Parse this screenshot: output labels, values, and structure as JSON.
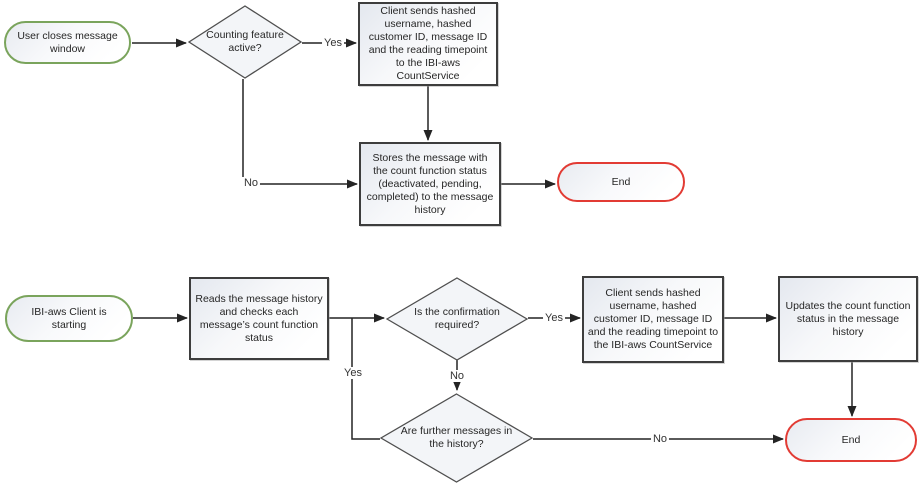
{
  "diagram": {
    "background": "#ffffff",
    "colors": {
      "process_border": "#3d3d3d",
      "decision_border": "#4f4f4f",
      "start_border": "#7aa45c",
      "end_border": "#e23b34",
      "connector": "#242424",
      "text": "#262626"
    },
    "top_flow": {
      "start": "User closes message window",
      "decision_counting": "Counting feature active?",
      "process_send": "Client sends hashed username, hashed customer ID, message ID and the reading timepoint to the IBI-aws CountService",
      "process_store": "Stores the message with the count function status (deactivated, pending, completed) to the message history",
      "end": "End",
      "label_yes": "Yes",
      "label_no": "No"
    },
    "bottom_flow": {
      "start": "IBI-aws Client is starting",
      "process_read": "Reads the message history and checks each message’s count function status",
      "decision_confirmation": "Is the confirmation required?",
      "process_send": "Client sends hashed username, hashed customer ID, message ID and the reading timepoint to the IBI-aws CountService",
      "process_update": "Updates the count function status in the message history",
      "decision_further": "Are further messages in the history?",
      "end": "End",
      "label_yes_confirmation": "Yes",
      "label_no_confirmation": "No",
      "label_yes_further": "Yes",
      "label_no_further": "No"
    }
  }
}
